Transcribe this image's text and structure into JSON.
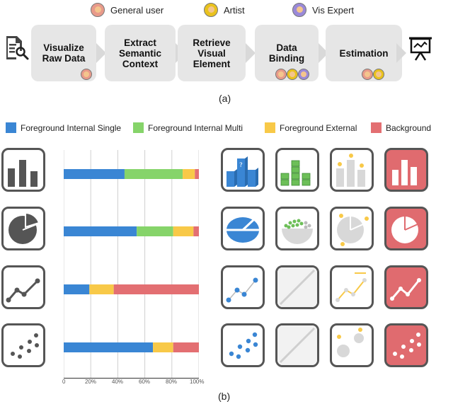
{
  "personas": [
    {
      "label": "General user",
      "icon": "general-user-avatar-icon"
    },
    {
      "label": "Artist",
      "icon": "artist-avatar-icon"
    },
    {
      "label": "Vis Expert",
      "icon": "vis-expert-avatar-icon"
    }
  ],
  "pipeline": {
    "steps": [
      {
        "label": "Visualize Raw Data"
      },
      {
        "label": "Extract Semantic Context"
      },
      {
        "label": "Retrieve Visual Element"
      },
      {
        "label": "Data Binding"
      },
      {
        "label": "Estimation"
      }
    ],
    "caption": "(a)"
  },
  "legend": {
    "items": [
      {
        "label": "Foreground Internal Single",
        "color": "#3a86d4"
      },
      {
        "label": "Foreground Internal Multi",
        "color": "#86d46a"
      },
      {
        "label": "Foreground External",
        "color": "#f8c948"
      },
      {
        "label": "Background",
        "color": "#e36f72"
      }
    ]
  },
  "chart_data": {
    "type": "bar",
    "orientation": "horizontal-stacked",
    "categories": [
      "bar",
      "pie",
      "line",
      "scatter"
    ],
    "series": [
      {
        "name": "Foreground Internal Single",
        "values": [
          45,
          54,
          19,
          66
        ]
      },
      {
        "name": "Foreground Internal Multi",
        "values": [
          43,
          27,
          0,
          0
        ]
      },
      {
        "name": "Foreground External",
        "values": [
          9,
          15,
          18,
          15
        ]
      },
      {
        "name": "Background",
        "values": [
          3,
          4,
          63,
          19
        ]
      }
    ],
    "xticks": [
      "0",
      "20%",
      "40%",
      "60%",
      "80%",
      "100%"
    ],
    "xlim": [
      0,
      100
    ],
    "grid": true
  },
  "caption_b": "(b)"
}
